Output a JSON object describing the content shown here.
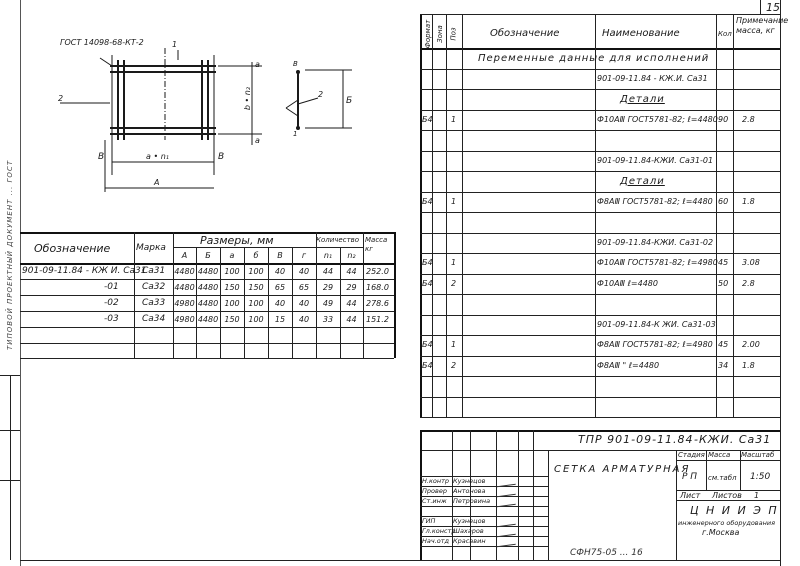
{
  "page_number": "15",
  "sheet_footer": "СФН75-05 ... 16",
  "side_text": "ТИПОВОЙ ПРОЕКТНЫЙ ДОКУМЕНТ ... ГОСТ",
  "drawing": {
    "gost_ref": "ГОСТ 14098-68-КТ-2",
    "callout_1": "1",
    "callout_2_left": "2",
    "callout_2_right": "2",
    "dim_top_a": "a",
    "dim_bottom_a": "a",
    "dim_v": "b • n₂",
    "dim_b": "Б",
    "dim_h": "a • n₁",
    "dim_A": "A",
    "cut_left": "B",
    "cut_right": "B",
    "section_B": "B",
    "section_1": "1"
  },
  "dim_table": {
    "headers": {
      "designation": "Обозначение",
      "mark": "Марка",
      "sizes": "Размеры, мм",
      "quantity": "Количество",
      "mass": "Масса кг"
    },
    "sub_headers": [
      "А",
      "Б",
      "а",
      "б",
      "В",
      "г",
      "n₁",
      "n₂"
    ],
    "rows": [
      {
        "designation": "901-09-11.84 - КЖ И. Са31",
        "mark": "Са31",
        "vals": [
          "4480",
          "4480",
          "100",
          "100",
          "40",
          "40",
          "44",
          "44"
        ],
        "mass": "252.0"
      },
      {
        "designation": "-01",
        "mark": "Са32",
        "vals": [
          "4480",
          "4480",
          "150",
          "150",
          "65",
          "65",
          "29",
          "29"
        ],
        "mass": "168.0"
      },
      {
        "designation": "-02",
        "mark": "Са33",
        "vals": [
          "4980",
          "4480",
          "100",
          "100",
          "40",
          "40",
          "49",
          "44"
        ],
        "mass": "278.6"
      },
      {
        "designation": "-03",
        "mark": "Са34",
        "vals": [
          "4980",
          "4480",
          "150",
          "100",
          "15",
          "40",
          "33",
          "44"
        ],
        "mass": "151.2"
      }
    ]
  },
  "spec": {
    "headers": {
      "format": "Формат",
      "zone": "Зона",
      "pos": "Поз",
      "designation": "Обозначение",
      "name": "Наименование",
      "qty": "Кол",
      "note": "Примечание масса, кг"
    },
    "rows": [
      {
        "fmt": "",
        "pos": "",
        "name": "Переменные данные для исполнений",
        "qty": "",
        "note": "",
        "wide": true
      },
      {
        "fmt": "",
        "pos": "",
        "name": "901-09-11.84 - КЖ.И. Са31",
        "qty": "",
        "note": ""
      },
      {
        "fmt": "",
        "pos": "",
        "name": "Детали",
        "qty": "",
        "note": "",
        "underline": true
      },
      {
        "fmt": "Б4",
        "pos": "1",
        "name": "Ф10АⅢ ГОСТ5781-82; ℓ=4480",
        "qty": "90",
        "note": "2.8"
      },
      {
        "fmt": "",
        "pos": "",
        "name": "",
        "qty": "",
        "note": ""
      },
      {
        "fmt": "",
        "pos": "",
        "name": "901-09-11.84-КЖИ. Са31-01",
        "qty": "",
        "note": ""
      },
      {
        "fmt": "",
        "pos": "",
        "name": "Детали",
        "qty": "",
        "note": "",
        "underline": true
      },
      {
        "fmt": "Б4",
        "pos": "1",
        "name": "Ф8АⅢ ГОСТ5781-82; ℓ=4480",
        "qty": "60",
        "note": "1.8"
      },
      {
        "fmt": "",
        "pos": "",
        "name": "",
        "qty": "",
        "note": ""
      },
      {
        "fmt": "",
        "pos": "",
        "name": "901-09-11.84-КЖИ. Са31-02",
        "qty": "",
        "note": ""
      },
      {
        "fmt": "Б4",
        "pos": "1",
        "name": "Ф10АⅢ ГОСТ5781-82; ℓ=4980",
        "qty": "45",
        "note": "3.08"
      },
      {
        "fmt": "Б4",
        "pos": "2",
        "name": "Ф10АⅢ      ℓ=4480",
        "qty": "50",
        "note": "2.8"
      },
      {
        "fmt": "",
        "pos": "",
        "name": "",
        "qty": "",
        "note": ""
      },
      {
        "fmt": "",
        "pos": "",
        "name": "901-09-11.84-К ЖИ. Са31-03",
        "qty": "",
        "note": ""
      },
      {
        "fmt": "Б4",
        "pos": "1",
        "name": "Ф8АⅢ ГОСТ5781-82; ℓ=4980",
        "qty": "45",
        "note": "2.00"
      },
      {
        "fmt": "Б4",
        "pos": "2",
        "name": "Ф8АⅢ    \"    ℓ=4480",
        "qty": "34",
        "note": "1.8"
      }
    ]
  },
  "title_block": {
    "code": "ТПР 901-09-11.84",
    "code_suffix": "-КЖИ. Са31",
    "product": "Сетка арматурная",
    "stage_label": "Стадия",
    "mass_label": "Масса",
    "scale_label": "Масштаб",
    "stage": "Р П",
    "mass_value": "см.табл",
    "scale": "1:50",
    "sheet_label": "Лист",
    "sheets_label": "Листов",
    "sheets_value": "1",
    "org_name": "Ц Н И И Э П",
    "org_sub": "инженерного оборудования",
    "city": "г.Москва",
    "staff": [
      {
        "role": "Н.контр",
        "name": "Кузнецов"
      },
      {
        "role": "Провер",
        "name": "Антонова"
      },
      {
        "role": "Ст.инж",
        "name": "Петровина"
      },
      {
        "role": "ГИП",
        "name": "Кузнецов"
      },
      {
        "role": "Гл.констр",
        "name": "Шахаров"
      },
      {
        "role": "Нач.отд",
        "name": "Красавин"
      }
    ]
  }
}
